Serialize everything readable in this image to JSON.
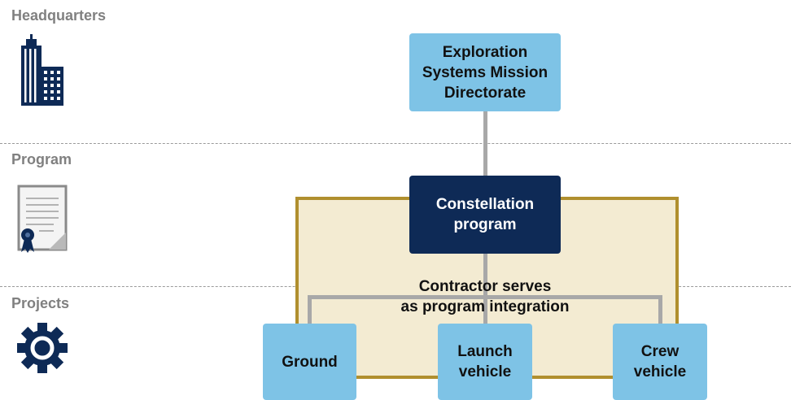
{
  "tiers": {
    "headquarters": "Headquarters",
    "program": "Program",
    "projects": "Projects"
  },
  "icons": {
    "headquarters": "office-building-icon",
    "program": "certificate-document-icon",
    "projects": "gear-icon"
  },
  "nodes": {
    "directorate": "Exploration\nSystems Mission\nDirectorate",
    "constellation": "Constellation\nprogram",
    "ground": "Ground",
    "launch": "Launch\nvehicle",
    "crew": "Crew\nvehicle"
  },
  "contractor_note": "Contractor serves\nas program integration",
  "colors": {
    "node_light": "#7ec3e6",
    "node_dark": "#0e2a56",
    "contractor_fill": "#f3ebd2",
    "contractor_border": "#b08f2e",
    "connector": "#a8a8a8",
    "icon": "#0e2a56"
  }
}
